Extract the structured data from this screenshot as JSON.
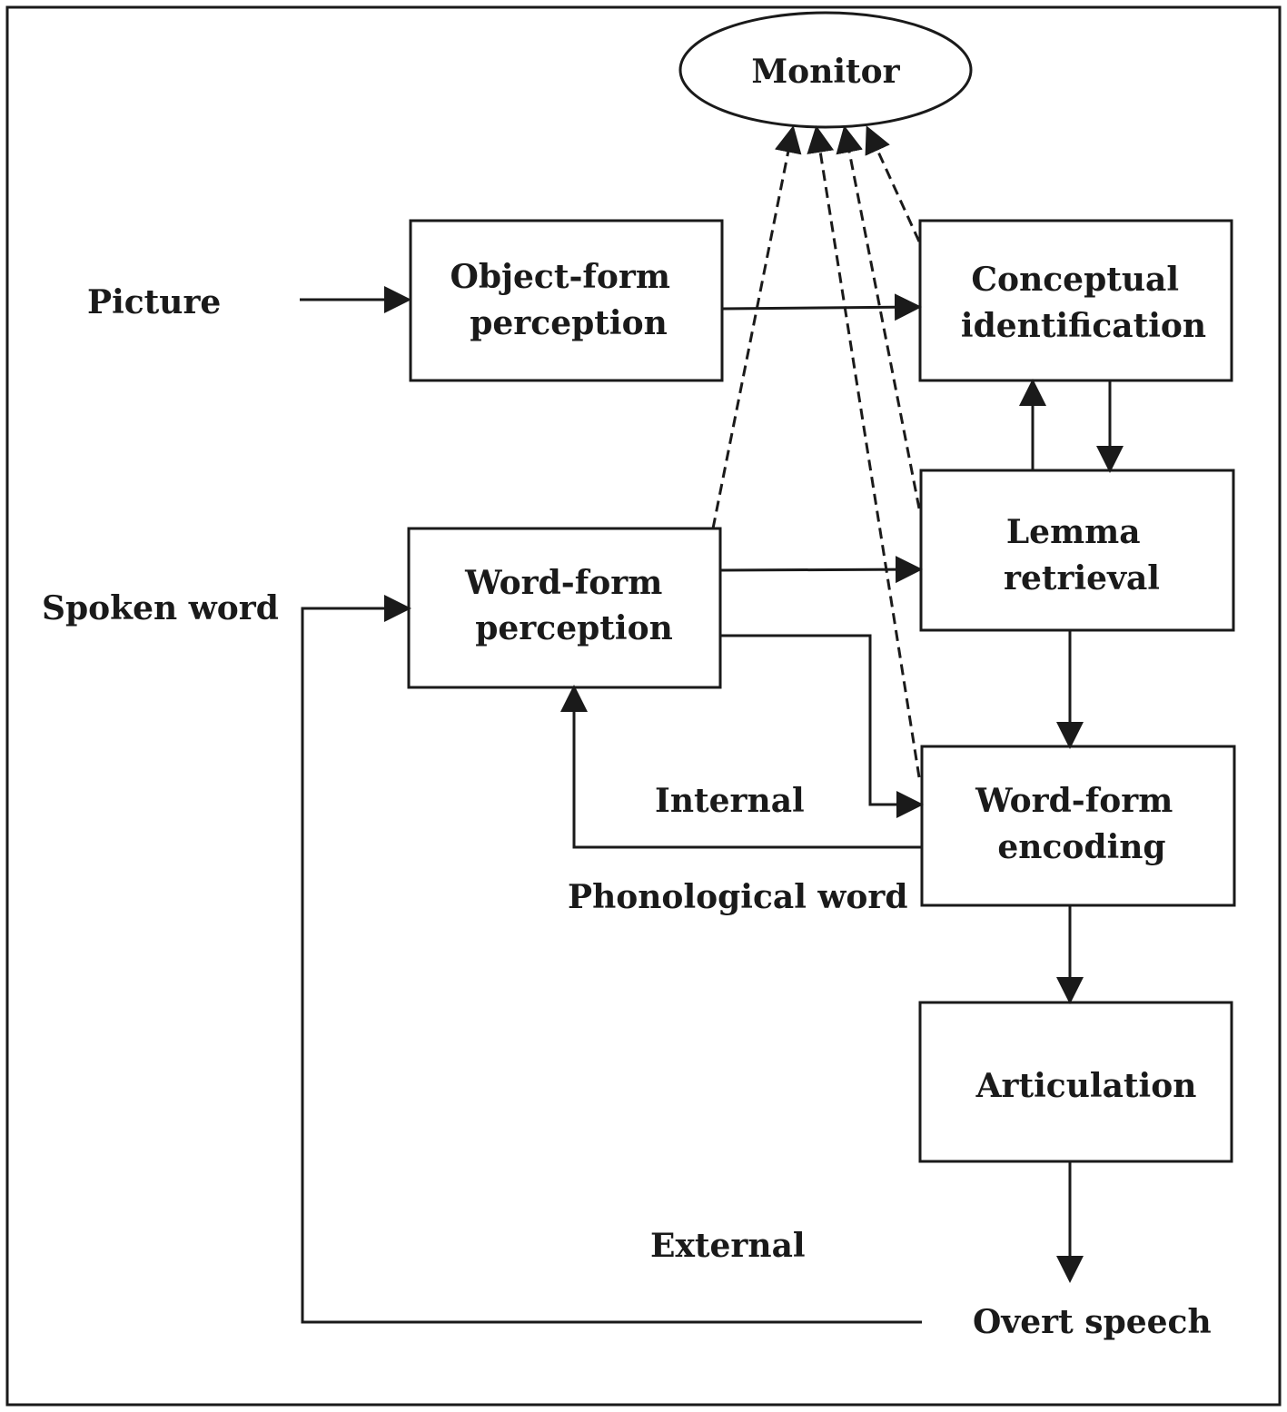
{
  "nodes": {
    "monitor": {
      "lines": [
        "Monitor"
      ]
    },
    "object_form_perception": {
      "lines": [
        "Object-form",
        "perception"
      ]
    },
    "conceptual_identification": {
      "lines": [
        "Conceptual",
        "identification"
      ]
    },
    "lemma_retrieval": {
      "lines": [
        "Lemma",
        "retrieval"
      ]
    },
    "word_form_perception": {
      "lines": [
        "Word-form",
        "perception"
      ]
    },
    "word_form_encoding": {
      "lines": [
        "Word-form",
        "encoding"
      ]
    },
    "articulation": {
      "lines": [
        "Articulation"
      ]
    }
  },
  "inputs": {
    "picture": "Picture",
    "spoken_word": "Spoken word"
  },
  "output": {
    "overt_speech": "Overt speech"
  },
  "route_labels": {
    "internal": "Internal",
    "phonological_word": "Phonological word",
    "external": "External"
  },
  "colors": {
    "ink": "#1a1a1a",
    "background": "#ffffff"
  }
}
